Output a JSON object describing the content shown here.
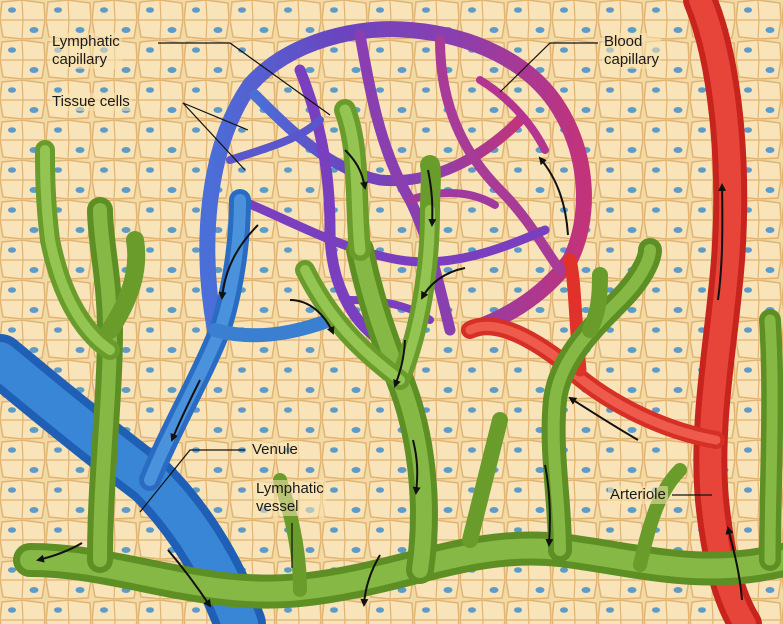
{
  "labels": {
    "lymphatic_capillary": [
      "Lymphatic",
      "capillary"
    ],
    "tissue_cells": "Tissue cells",
    "blood_capillary": [
      "Blood",
      "capillary"
    ],
    "venule": "Venule",
    "lymphatic_vessel": [
      "Lymphatic",
      "vessel"
    ],
    "arteriole": "Arteriole"
  },
  "colors": {
    "tissue_background": "#f3d9a4",
    "cell_fill": "#f7e2b3",
    "cell_border": "#e2b97a",
    "nucleus": "#5d9bc9",
    "venous_blue": "#3a7fd0",
    "arterial_red": "#e0322a",
    "capillary_purple": "#8a3fb0",
    "lymphatic_green": "#7cae3c",
    "flow_arrow": "#111111"
  }
}
